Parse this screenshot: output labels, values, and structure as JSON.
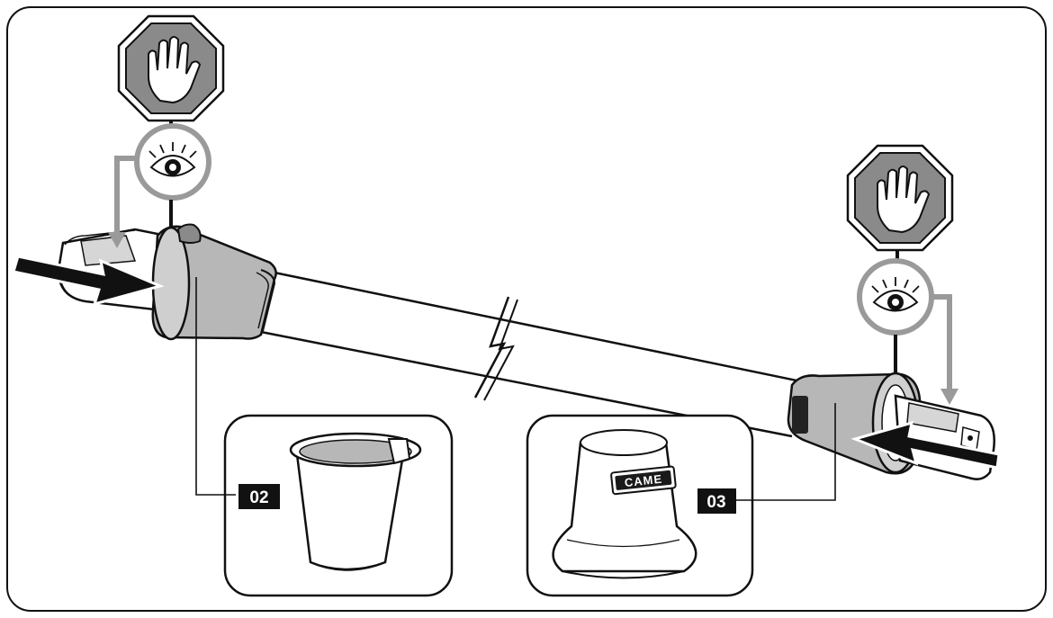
{
  "callouts": {
    "left": {
      "label": "02"
    },
    "right": {
      "label": "03"
    }
  },
  "icons": {
    "left_stop": "stop-hand-icon",
    "left_eye": "eye-inspect-icon",
    "right_stop": "stop-hand-icon",
    "right_eye": "eye-inspect-icon"
  },
  "brand": {
    "cap_text": "CAME"
  },
  "colors": {
    "stop_octagon_fill": "#8a8a8a",
    "stop_octagon_ring": "#555555",
    "eye_ring": "#9a9a9a",
    "arrow_grey": "#9a9a9a",
    "component_grey": "#b7b7b7",
    "outline": "#111111",
    "label_bg": "#111111"
  }
}
